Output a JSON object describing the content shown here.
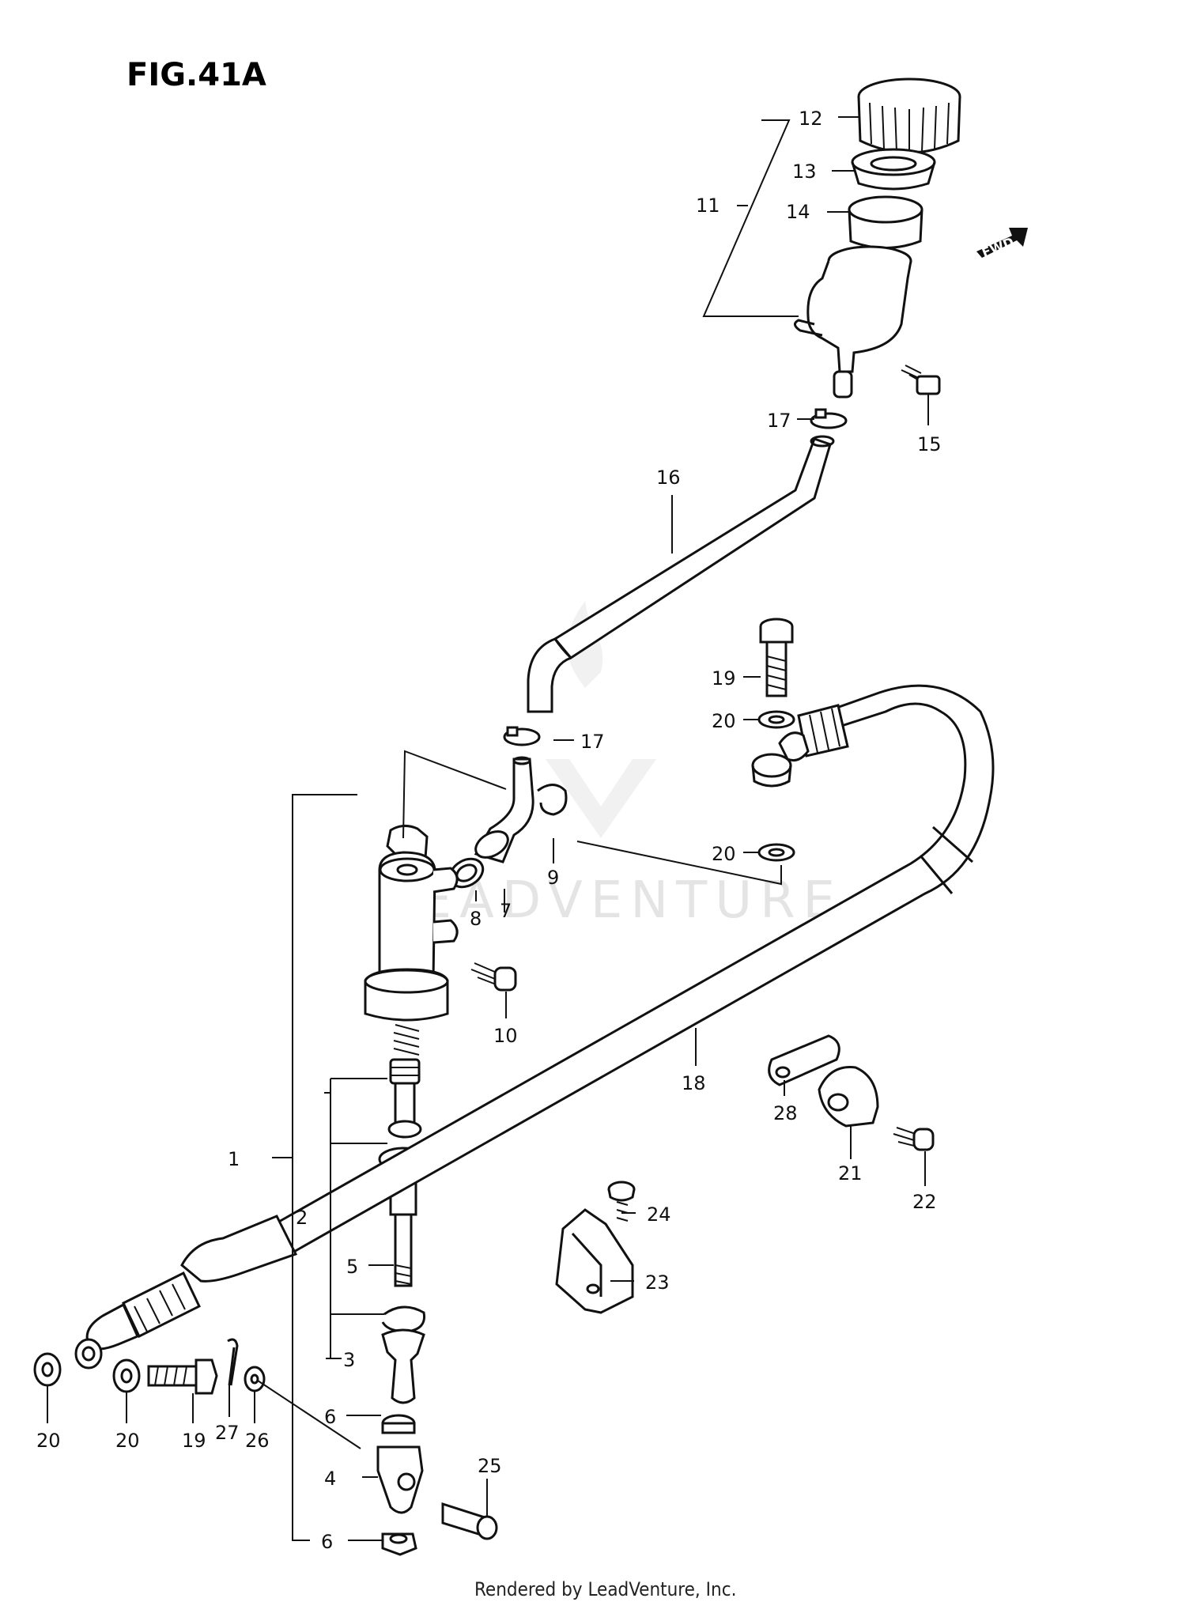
{
  "figure": {
    "title": "FIG.41A",
    "watermark": "LEADVENTURE",
    "fwd_label": "FWD",
    "footer": "Rendered by LeadVenture, Inc."
  },
  "callouts": [
    {
      "id": "c12",
      "text": "12"
    },
    {
      "id": "c13",
      "text": "13"
    },
    {
      "id": "c11",
      "text": "11"
    },
    {
      "id": "c14",
      "text": "14"
    },
    {
      "id": "c17a",
      "text": "17"
    },
    {
      "id": "c15",
      "text": "15"
    },
    {
      "id": "c16",
      "text": "16"
    },
    {
      "id": "c19a",
      "text": "19"
    },
    {
      "id": "c20a",
      "text": "20"
    },
    {
      "id": "c17b",
      "text": "17"
    },
    {
      "id": "c20b",
      "text": "20"
    },
    {
      "id": "c9",
      "text": "9"
    },
    {
      "id": "c8",
      "text": "8"
    },
    {
      "id": "c7",
      "text": "7"
    },
    {
      "id": "c10",
      "text": "10"
    },
    {
      "id": "c18",
      "text": "18"
    },
    {
      "id": "c28",
      "text": "28"
    },
    {
      "id": "c21",
      "text": "21"
    },
    {
      "id": "c22",
      "text": "22"
    },
    {
      "id": "c1",
      "text": "1"
    },
    {
      "id": "c24",
      "text": "24"
    },
    {
      "id": "c2",
      "text": "2"
    },
    {
      "id": "c23",
      "text": "23"
    },
    {
      "id": "c5",
      "text": "5"
    },
    {
      "id": "c3",
      "text": "3"
    },
    {
      "id": "c6a",
      "text": "6"
    },
    {
      "id": "c4",
      "text": "4"
    },
    {
      "id": "c25",
      "text": "25"
    },
    {
      "id": "c6b",
      "text": "6"
    },
    {
      "id": "c20c",
      "text": "20"
    },
    {
      "id": "c20d",
      "text": "20"
    },
    {
      "id": "c19b",
      "text": "19"
    },
    {
      "id": "c27",
      "text": "27"
    },
    {
      "id": "c26",
      "text": "26"
    }
  ]
}
